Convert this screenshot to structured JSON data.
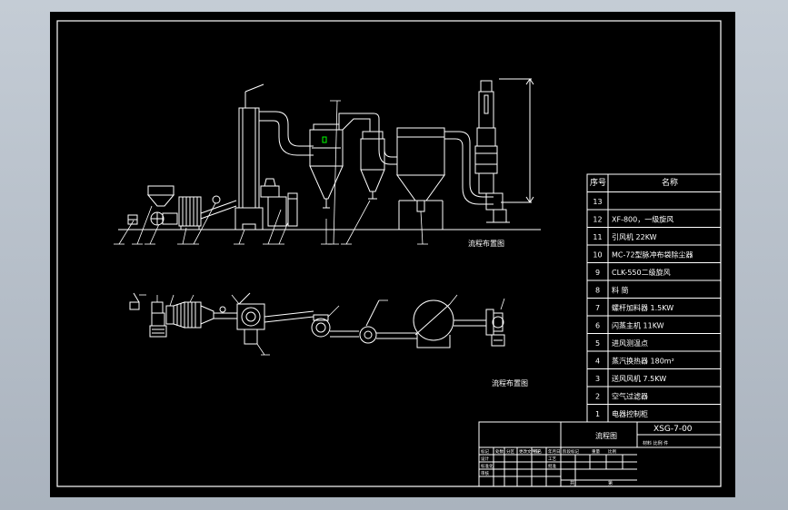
{
  "drawing": {
    "colors": {
      "line": "#ffffff",
      "paper": "#000000",
      "viewport": "#b9c2cc",
      "accent": "#00ff00"
    },
    "elevation_label": "流程布置图",
    "plan_label": "流程布置图"
  },
  "bom": {
    "header_no": "序号",
    "header_name": "名称",
    "rows": [
      {
        "no": "13",
        "name": ""
      },
      {
        "no": "12",
        "name": "XF-800，一级旋风"
      },
      {
        "no": "11",
        "name": "引风机      22KW"
      },
      {
        "no": "10",
        "name": "MC-72型脉冲布袋除尘器"
      },
      {
        "no": "9",
        "name": "CLK-550二级旋风"
      },
      {
        "no": "8",
        "name": "料  筒"
      },
      {
        "no": "7",
        "name": "螺杆加料器 1.5KW"
      },
      {
        "no": "6",
        "name": "闪蒸主机 11KW"
      },
      {
        "no": "5",
        "name": "进风测温点"
      },
      {
        "no": "4",
        "name": "蒸汽换热器  180m²"
      },
      {
        "no": "3",
        "name": "送风风机 7.5KW"
      },
      {
        "no": "2",
        "name": "空气过滤器"
      },
      {
        "no": "1",
        "name": "电器控制柜"
      }
    ]
  },
  "title_block": {
    "title": "流程图",
    "drawing_no": "XSG-7-00",
    "meta": "材料   比例   件",
    "labels_a": [
      "标记",
      "处数",
      "分区",
      "更改文件号",
      "签名",
      "年月日"
    ],
    "labels_b": [
      "设计",
      "标准化",
      "审核",
      "工艺",
      "批准"
    ],
    "labels_c": [
      "阶段标记",
      "重量",
      "比例"
    ],
    "sheet_total": "共",
    "sheet_no": "第"
  }
}
